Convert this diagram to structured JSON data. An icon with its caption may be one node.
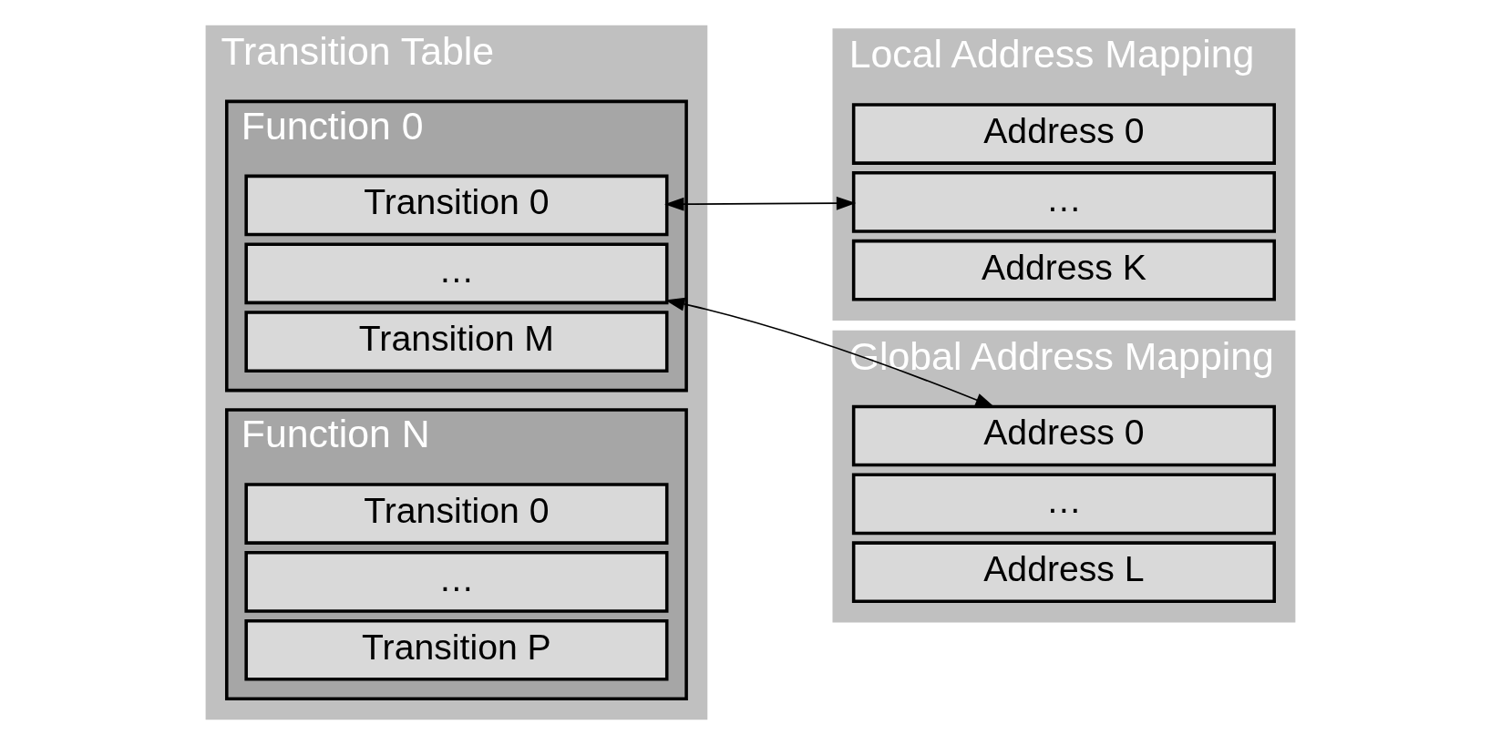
{
  "diagram": {
    "nodes": [
      {
        "text": [
          "Transition Table"
        ]
      },
      {
        "text": [
          "Function 0"
        ],
        "in": 0
      },
      {
        "text": [
          "Transition 0"
        ],
        "in": 1
      },
      {
        "text": [
          "…"
        ],
        "in": 1
      },
      {
        "text": [
          "Transition M"
        ],
        "in": 1
      },
      {
        "text": [
          "Function N"
        ],
        "in": 0
      },
      {
        "text": [
          "Transition 0"
        ],
        "in": 5
      },
      {
        "text": [
          "…"
        ],
        "in": 5
      },
      {
        "text": [
          "Transition P"
        ],
        "in": 5
      },
      {
        "text": [
          "Local Address Mapping"
        ]
      },
      {
        "text": [
          "Address 0"
        ],
        "in": 9
      },
      {
        "text": [
          "…"
        ],
        "in": 9
      },
      {
        "text": [
          "Address K"
        ],
        "in": 9
      },
      {
        "text": [
          "Global Address Mapping"
        ]
      },
      {
        "text": [
          "Address 0"
        ],
        "in": 13
      },
      {
        "text": [
          "…"
        ],
        "in": 13
      },
      {
        "text": [
          "Address L"
        ],
        "in": 13
      }
    ],
    "edges": [
      {
        "from": 2,
        "to": 11,
        "arrow": "both"
      },
      {
        "from": 3,
        "to": 14,
        "arrow": "both"
      }
    ]
  }
}
